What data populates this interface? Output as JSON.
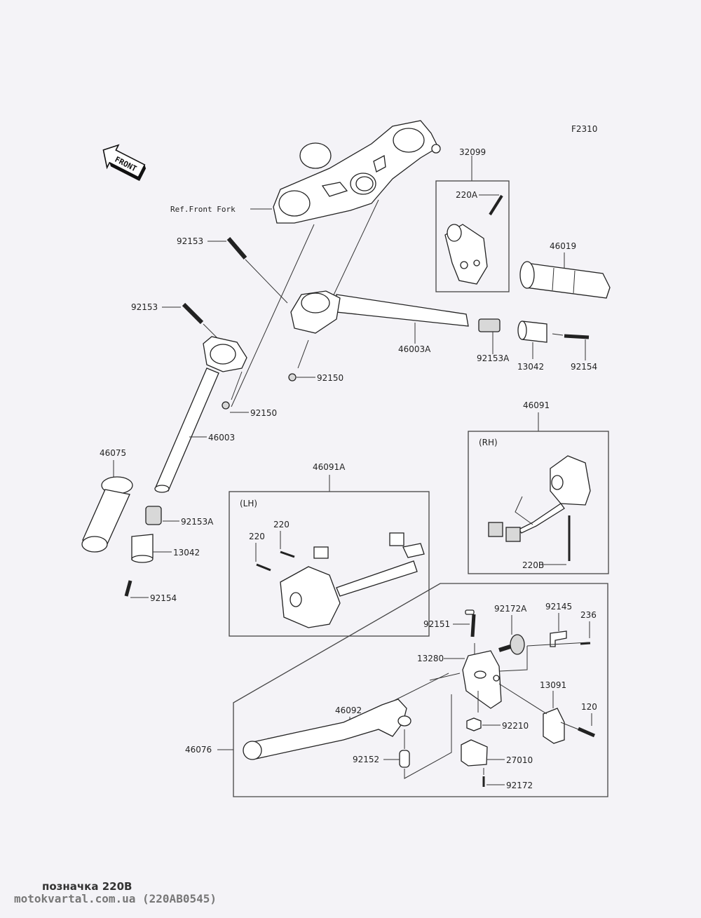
{
  "diagram": {
    "figure_code": "F2310",
    "front_arrow": "FRONT",
    "reference": "Ref.Front Fork",
    "labels": {
      "p32099": "32099",
      "p220A": "220A",
      "p46019": "46019",
      "p92153_a": "92153",
      "p92153_b": "92153",
      "p46003A": "46003A",
      "p92153A_r": "92153A",
      "p13042_r": "13042",
      "p92154_r": "92154",
      "p92150_a": "92150",
      "p92150_b": "92150",
      "p46003": "46003",
      "p46075": "46075",
      "p92153A_l": "92153A",
      "p13042_l": "13042",
      "p92154_l": "92154",
      "p46091A": "46091A",
      "lh": "(LH)",
      "p220_a": "220",
      "p220_b": "220",
      "p46091": "46091",
      "rh": "(RH)",
      "p220B": "220B",
      "p92151": "92151",
      "p92172A": "92172A",
      "p92145": "92145",
      "p236": "236",
      "p13280": "13280",
      "p13091": "13091",
      "p120": "120",
      "p46092": "46092",
      "p46076": "46076",
      "p92210": "92210",
      "p92152": "92152",
      "p27010": "27010",
      "p92172": "92172"
    }
  },
  "footer": {
    "note": "позначка 220B",
    "source": "motokvartal.com.ua (220AB0545)"
  }
}
